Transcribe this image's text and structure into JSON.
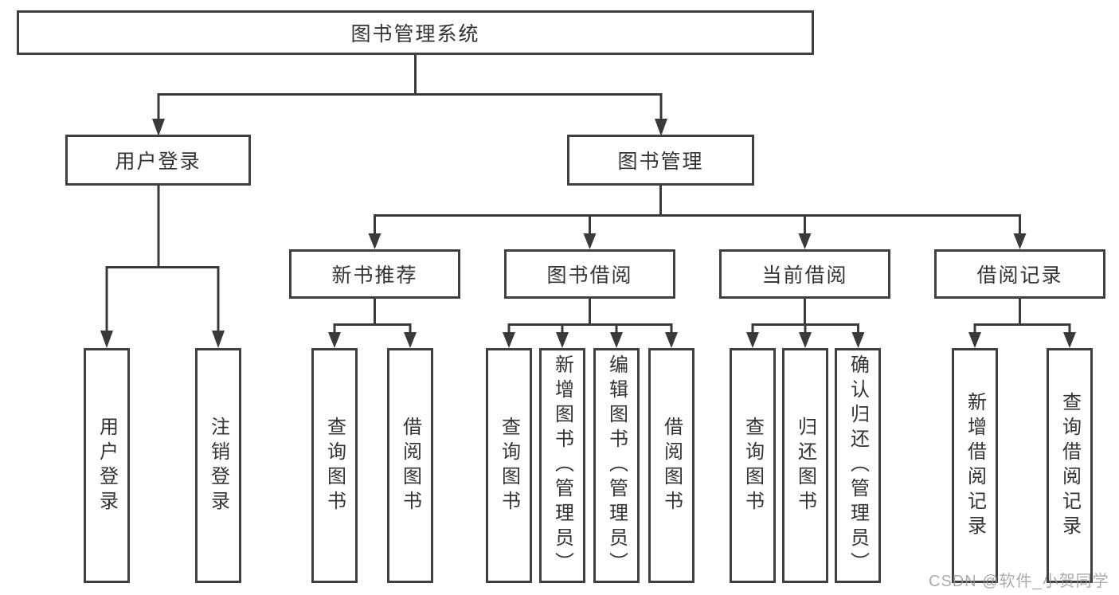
{
  "diagram": {
    "root": {
      "label": "图书管理系统"
    },
    "branches": [
      {
        "label": "用户登录",
        "children": [
          "用户登录",
          "注销登录"
        ]
      },
      {
        "label": "图书管理"
      }
    ],
    "modules": [
      {
        "label": "新书推荐",
        "children": [
          "查询图书",
          "借阅图书"
        ]
      },
      {
        "label": "图书借阅",
        "children": [
          "查询图书",
          "新增图书（管理员）",
          "编辑图书（管理员）",
          "借阅图书"
        ]
      },
      {
        "label": "当前借阅",
        "children": [
          "查询图书",
          "归还图书",
          "确认归还（管理员）"
        ]
      },
      {
        "label": "借阅记录",
        "children": [
          "新增借阅记录",
          "查询借阅记录"
        ]
      }
    ]
  },
  "watermark": {
    "text": "CSDN @软件_小贺同学"
  },
  "colors": {
    "line": "#3a3a3a",
    "box_border": "#404040",
    "text": "#333333",
    "background": "#ffffff",
    "watermark": "#969696"
  }
}
